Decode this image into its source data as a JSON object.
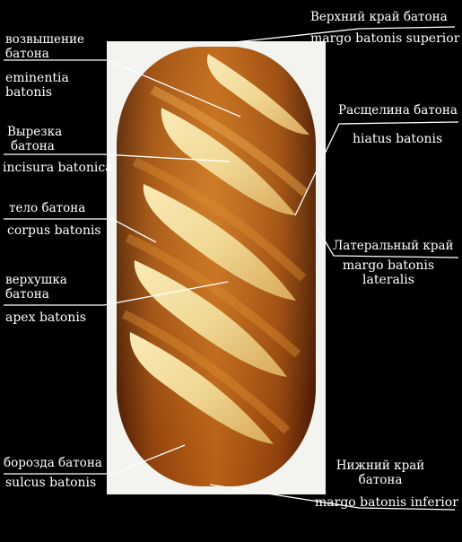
{
  "labels": {
    "superior_ru": "Верхний край батона",
    "superior_la": "margo batonis superior",
    "eminentia_ru_1": "возвышение",
    "eminentia_ru_2": "батона",
    "eminentia_la_1": "eminentia",
    "eminentia_la_2": "batonis",
    "incisura_ru_1": "Вырезка",
    "incisura_ru_2": "батона",
    "incisura_la": "incisura batonica",
    "corpus_ru": "тело батона",
    "corpus_la": "corpus batonis",
    "apex_ru_1": "верхушка",
    "apex_ru_2": "батона",
    "apex_la": "apex batonis",
    "sulcus_ru": "борозда батона",
    "sulcus_la": "sulcus batonis",
    "hiatus_ru": "Расщелина батона",
    "hiatus_la": "hiatus batonis",
    "lateralis_ru": "Латеральный край",
    "lateralis_la_1": "margo  batonis",
    "lateralis_la_2": "lateralis",
    "inferior_ru_1": "Нижний край",
    "inferior_ru_2": "батона",
    "inferior_la": "margo batonis inferior"
  },
  "colors": {
    "background": "#000000",
    "panel": "#f3f3f0",
    "crust_dark": "#5a2206",
    "crust_mid": "#a5520f",
    "crust_light": "#d78a2c",
    "crumb": "#f1dc9c",
    "leader_line": "#ffffff"
  }
}
